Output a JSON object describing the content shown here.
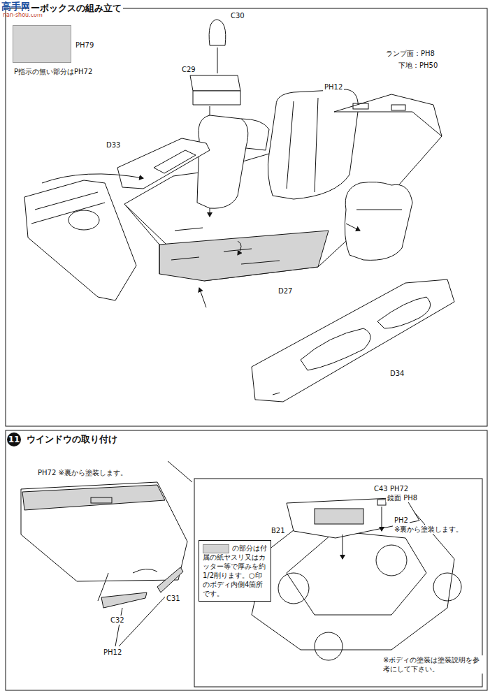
{
  "diagram": {
    "nodes": [
      {
        "text": [
          "の部分は付属の紙ヤスリ又はカッター等で厚みを約1/2削ります。○印のボディ内側4箇所です。"
        ]
      }
    ],
    "labels": [
      "高手网",
      "nan-shou.com",
      "ーボックスの組み立て",
      "P指示の無い部分はPH72",
      "C30",
      "C29",
      "ランプ面：PH8",
      "下地：PH50",
      "PH12",
      "D33",
      "D27",
      "D34",
      "11",
      "ウインドウの取り付け",
      "PH72 ※裏から塗装します。",
      "C32",
      "C31",
      "PH12",
      "C43 PH72",
      "鏡面 PH8",
      "PH2",
      "※裏から塗装します。",
      "B21",
      "※ボディの塗装は塗装説明を参考にして下さい。"
    ],
    "legend": [
      {
        "text": "PH79",
        "color": "#d4d4d4"
      }
    ]
  }
}
